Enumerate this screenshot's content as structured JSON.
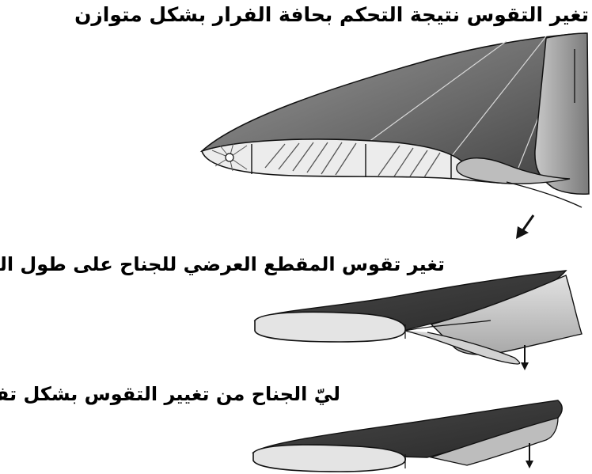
{
  "labels": {
    "top": "تغير التقوس نتيجة التحكم بحافة الفرار بشكل متوازن",
    "middle": "تغير تقوس المقطع العرضي للجناح على طول الوتر",
    "bottom": "ليّ الجناح من تغيير  التقوس بشكل تفاضلي على طرفيه"
  },
  "colors": {
    "background": "#ffffff",
    "skin_dark": "#5c5c5c",
    "skin_mid": "#8a8a8a",
    "skin_light": "#cfcfcf",
    "section_fill": "#e6e6e6",
    "outline": "#111111"
  },
  "arrows": [
    "diagonal-down-left-arrow",
    "down-arrow",
    "down-arrow"
  ]
}
